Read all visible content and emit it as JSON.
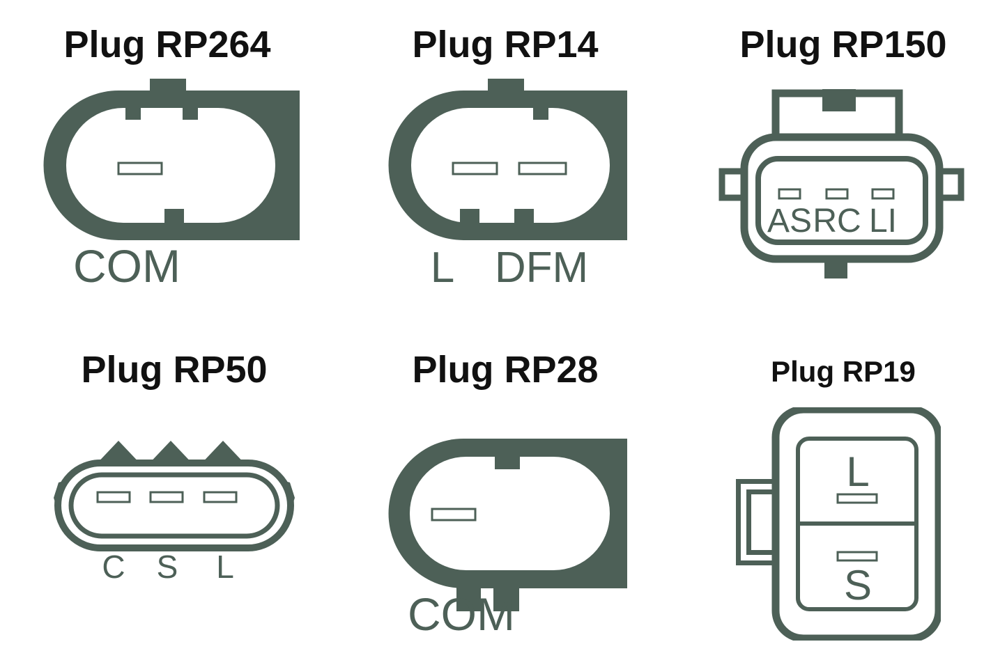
{
  "colors": {
    "background": "#ffffff",
    "plug": "#4d6057",
    "label": "#4d6057",
    "title": "#111111"
  },
  "plugs": [
    {
      "id": "rp264",
      "title": "Plug RP264",
      "pin_labels": [
        "COM"
      ]
    },
    {
      "id": "rp14",
      "title": "Plug RP14",
      "pin_labels": [
        "L",
        "DFM"
      ]
    },
    {
      "id": "rp150",
      "title": "Plug RP150",
      "pin_labels": [
        "AS",
        "RC",
        "LI"
      ]
    },
    {
      "id": "rp50",
      "title": "Plug RP50",
      "pin_labels": [
        "C",
        "S",
        "L"
      ]
    },
    {
      "id": "rp28",
      "title": "Plug RP28",
      "pin_labels": [
        "COM"
      ]
    },
    {
      "id": "rp19",
      "title": "Plug RP19",
      "pin_labels": [
        "L",
        "S"
      ]
    }
  ]
}
